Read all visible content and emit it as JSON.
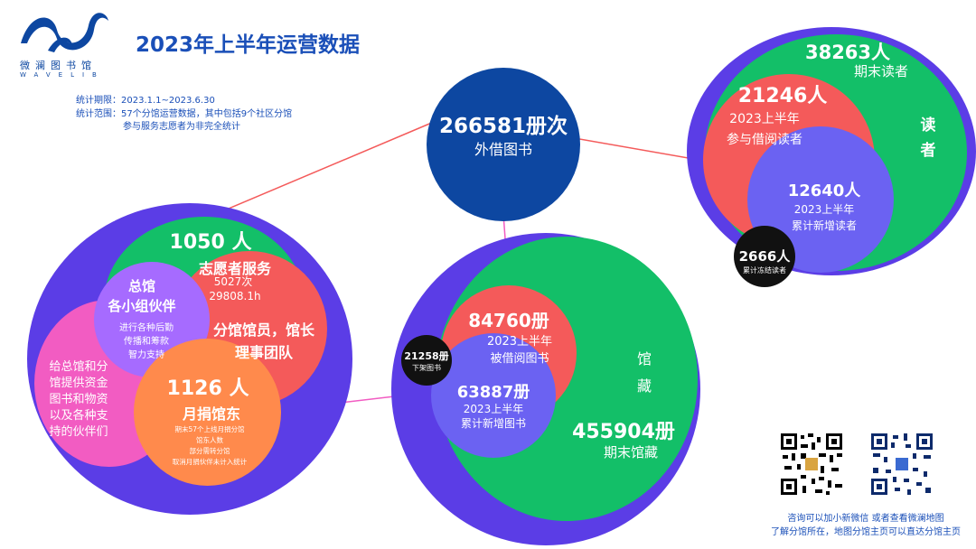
{
  "brand": {
    "logo_text": "微澜图书馆",
    "logo_sub": "WAVELIB"
  },
  "title": "2023年上半年运营数据",
  "meta": {
    "period": "统计期限：2023.1.1~2023.6.30",
    "scope_line1": "统计范围：57个分馆运营数据，其中包括9个社区分馆",
    "scope_line2": "参与服务志愿者为非完全统计"
  },
  "center": {
    "value": "266581册次",
    "label": "外借图书"
  },
  "readers": {
    "side_label_1": "读",
    "side_label_2": "者",
    "end_value": "38263人",
    "end_label": "期末读者",
    "borrow_value": "21246人",
    "borrow_label_1": "2023上半年",
    "borrow_label_2": "参与借阅读者",
    "new_value": "12640人",
    "new_label_1": "2023上半年",
    "new_label_2": "累计新增读者",
    "frozen_value": "2666人",
    "frozen_label": "累计冻结读者"
  },
  "collection": {
    "side_label_1": "馆",
    "side_label_2": "藏",
    "end_value": "455904册",
    "end_label": "期末馆藏",
    "borrowed_value": "84760册",
    "borrowed_label_1": "2023上半年",
    "borrowed_label_2": "被借阅图书",
    "new_value": "63887册",
    "new_label_1": "2023上半年",
    "new_label_2": "累计新增图书",
    "removed_value": "21258册",
    "removed_label": "下架图书"
  },
  "partners": {
    "volunteer_value": "1050 人",
    "volunteer_title": "志愿者服务",
    "volunteer_count": "5027次",
    "volunteer_hours": "29808.1h",
    "staff_line1": "分馆馆员，馆长",
    "staff_line2": "理事团队",
    "group_title_1": "总馆",
    "group_title_2": "各小组伙伴",
    "group_desc_1": "进行各种后勤",
    "group_desc_2": "传播和筹款",
    "group_desc_3": "智力支持",
    "support_lines": [
      "给总馆和分",
      "馆提供资金",
      "图书和物资",
      "以及各种支",
      "持的伙伴们"
    ],
    "donor_value": "1126 人",
    "donor_title": "月捐馆东",
    "donor_notes": [
      "期末57个上线月捐分馆",
      "馆东人数",
      "部分需转分馆",
      "取消月捐伙伴未计入统计"
    ]
  },
  "footer": {
    "caption_1": "咨询可以加小新微信   或者查看微澜地图",
    "caption_2": "了解分馆所在，地图分馆主页可以直达分馆主页"
  },
  "colors": {
    "navy": "#0d47a1",
    "purple": "#5b3de6",
    "green": "#13bf68",
    "red": "#f45a5a",
    "periwinkle": "#6b62f2",
    "pink": "#f25cc2",
    "orange": "#ff8a4c",
    "lavender": "#a66bff",
    "black": "#111111"
  }
}
